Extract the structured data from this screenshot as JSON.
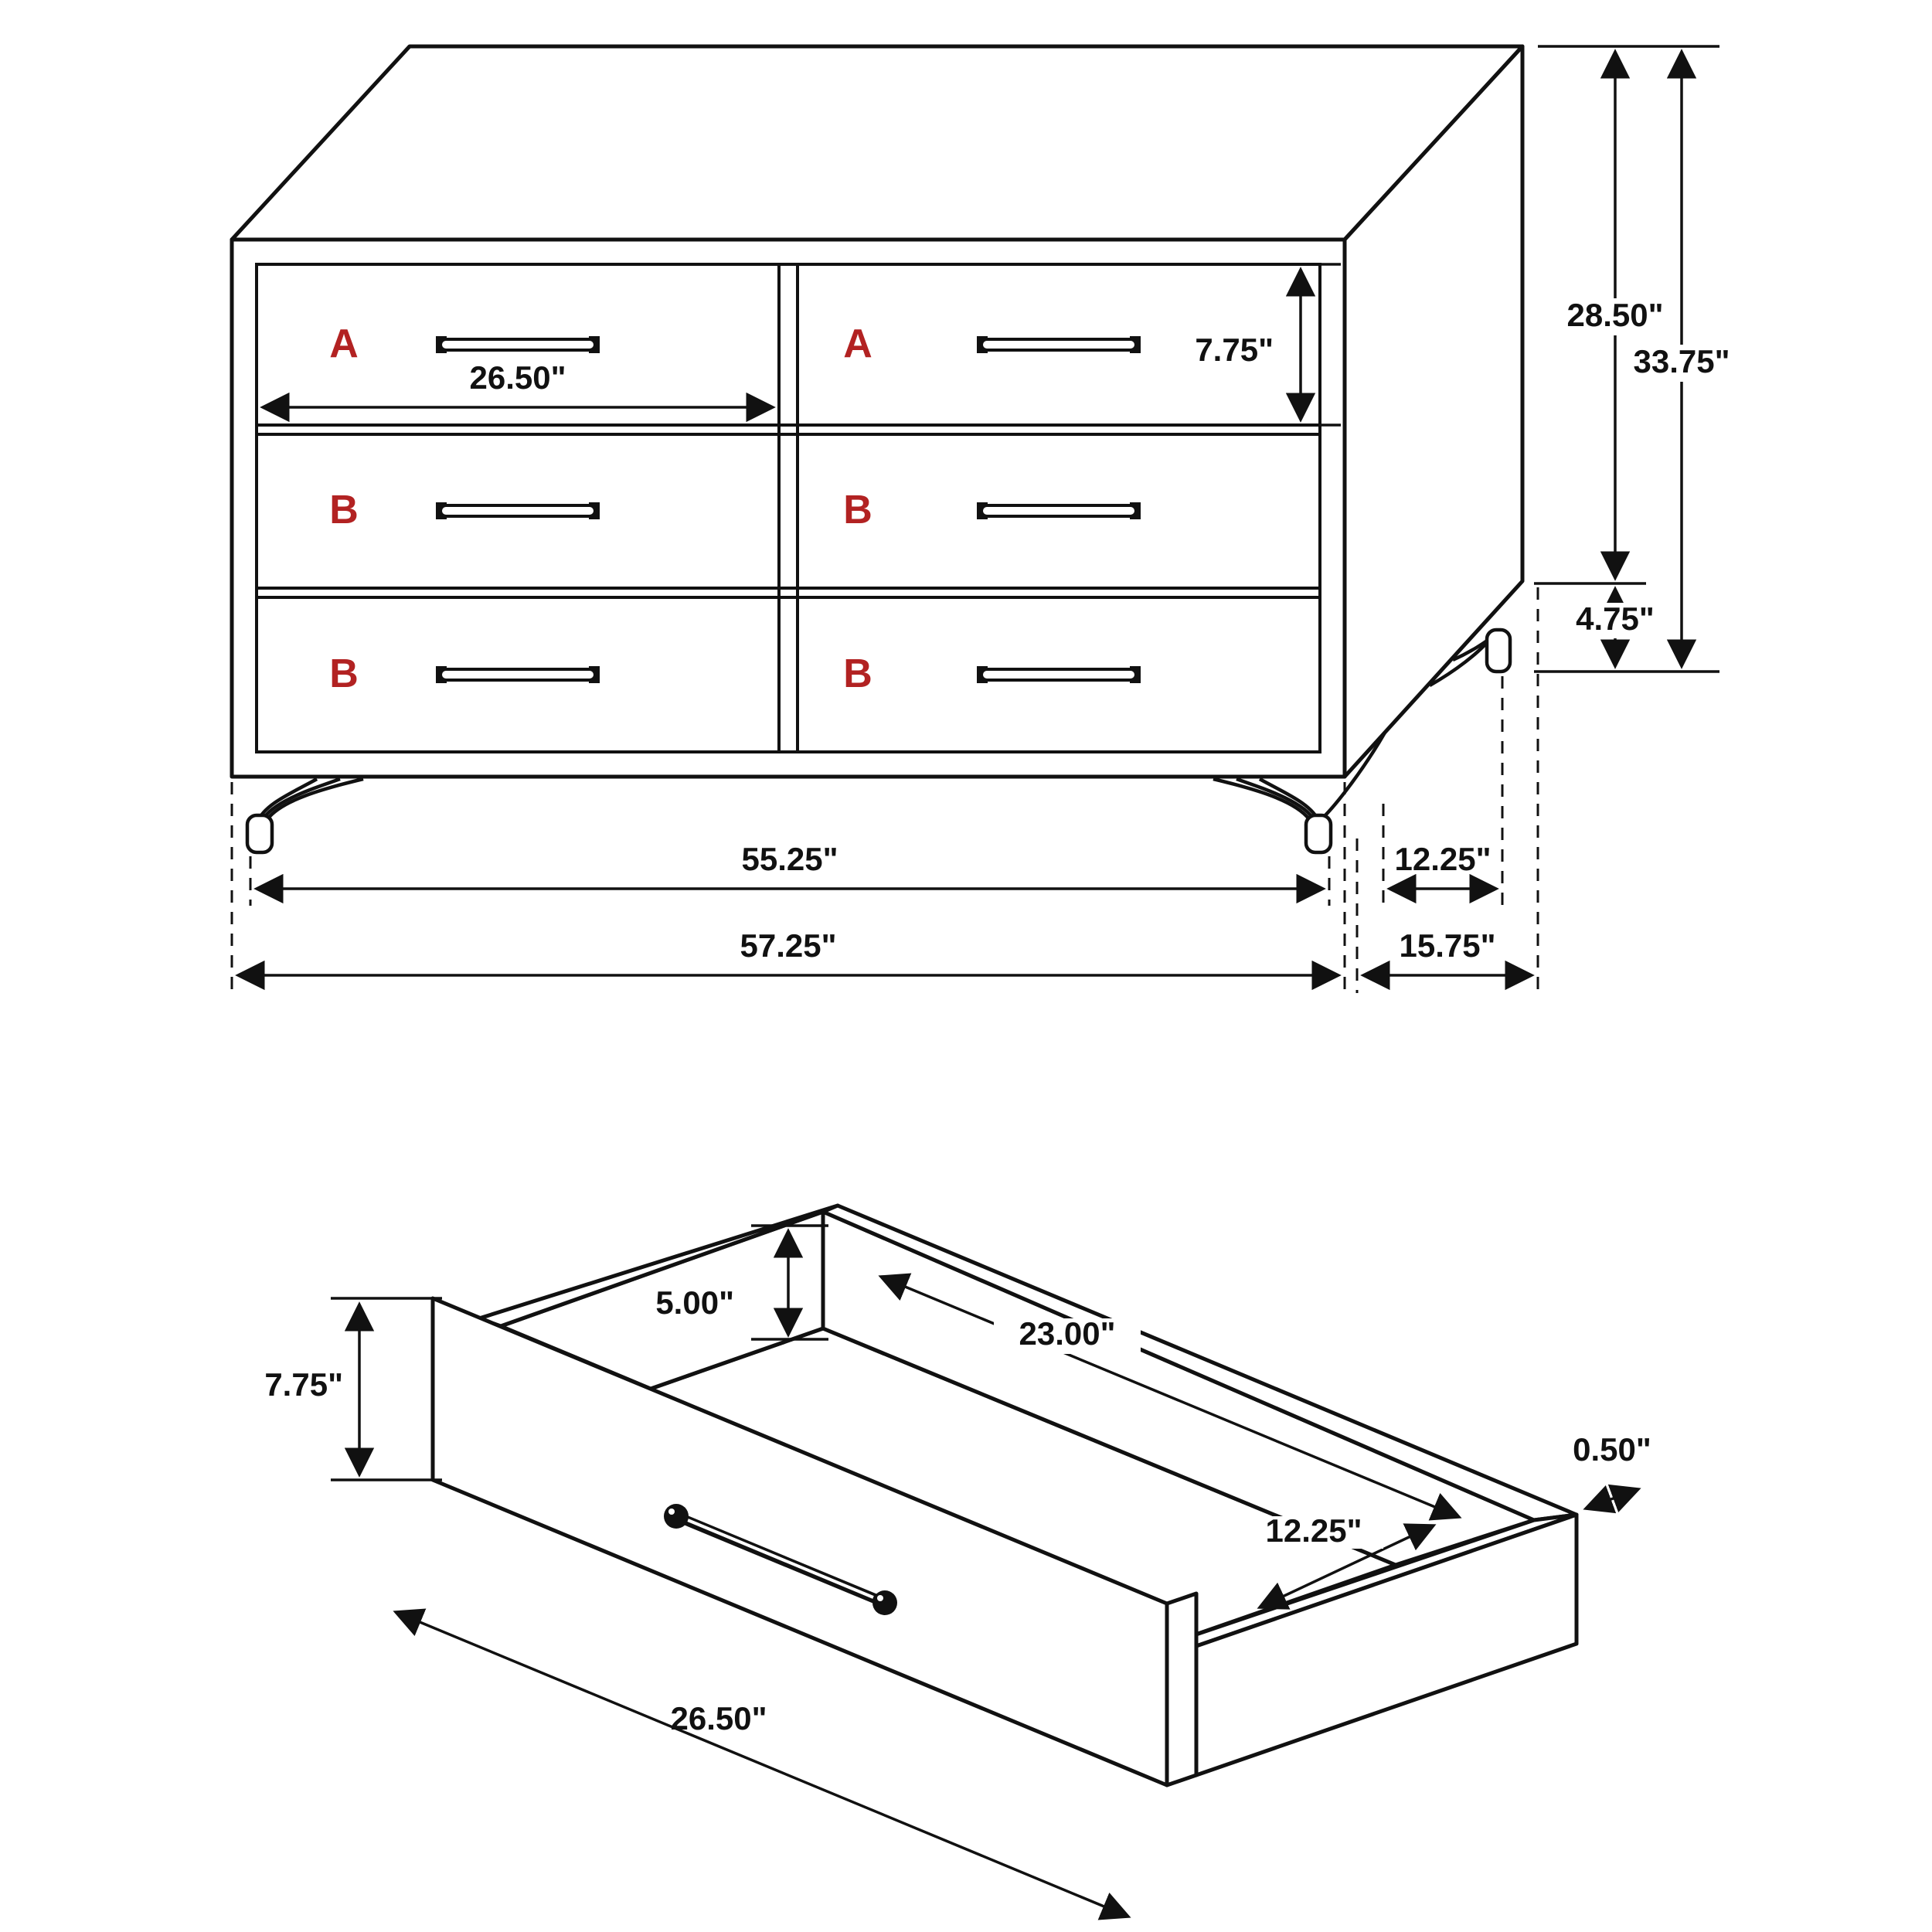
{
  "colors": {
    "line": "#111111",
    "label": "#b22222",
    "background": "#ffffff"
  },
  "dresser": {
    "labels": [
      "A",
      "A",
      "B",
      "B",
      "B",
      "B"
    ],
    "dims": {
      "drawer_width": "26.50\"",
      "drawer_front_height": "7.75\"",
      "case_height": "28.50\"",
      "total_height": "33.75\"",
      "leg_height": "4.75\"",
      "leg_span_width": "55.25\"",
      "leg_span_depth": "12.25\"",
      "total_width": "57.25\"",
      "total_depth": "15.75\""
    }
  },
  "drawer": {
    "dims": {
      "front_height": "7.75\"",
      "interior_height": "5.00\"",
      "interior_length": "23.00\"",
      "panel_thickness": "0.50\"",
      "interior_depth": "12.25\"",
      "front_width": "26.50\""
    }
  }
}
